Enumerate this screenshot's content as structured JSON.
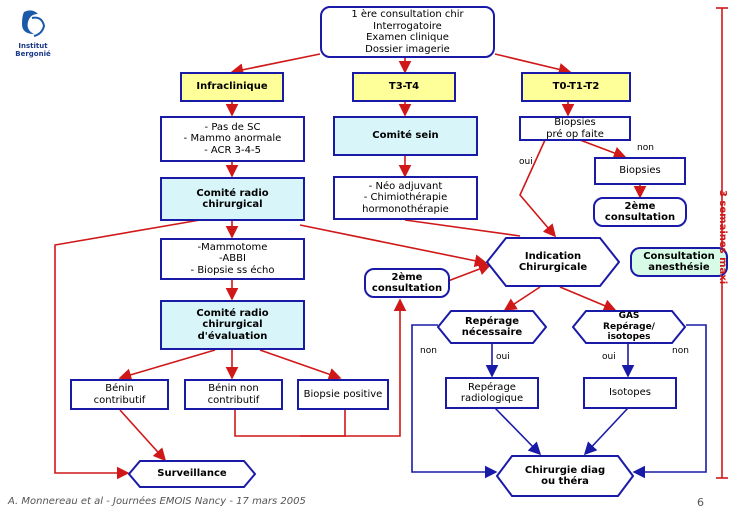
{
  "logo": {
    "line1": "Institut",
    "line2": "Bergonié"
  },
  "footer": {
    "credit": "A. Monnereau et al - Journées EMOIS Nancy - 17 mars 2005",
    "page": "6"
  },
  "side_label": "3 semaines maxi",
  "nodes": {
    "first_consult": "1 ère consultation chir\nInterrogatoire\nExamen clinique\nDossier imagerie",
    "infraclinique": "Infraclinique",
    "t3t4": "T3-T4",
    "t012": "T0-T1-T2",
    "pas_sc": "- Pas de SC\n- Mammo anormale\n- ACR 3-4-5",
    "comite_sein": "Comité sein",
    "biopsies_pre": "Biopsies\npré op faite",
    "biopsies": "Biopsies",
    "comite_radio": "Comité radio\nchirurgical",
    "neo": "- Néo adjuvant\n- Chimiothérapie\nhormonothérapie",
    "second_consult_right": "2ème\nconsultation",
    "mammotome": "-Mammotome\n-ABBI\n- Biopsie ss écho",
    "second_consult_mid": "2ème\nconsultation",
    "indication": "Indication\nChirurgicale",
    "anesthesie": "Consultation\nanesthésie",
    "comite_eval": "Comité radio\nchirurgical\nd'évaluation",
    "reperage_nec": "Repérage\nnécessaire",
    "gas": "GAS\nRepérage/\nisotopes",
    "reperage_radio": "Repérage\nradiologique",
    "isotopes": "Isotopes",
    "benin": "Bénin\ncontributif",
    "benin_non": "Bénin non\ncontributif",
    "biopsie_pos": "Biopsie positive",
    "surveillance": "Surveillance",
    "chirurgie": "Chirurgie diag\nou théra"
  },
  "edge_labels": {
    "oui_top": "oui",
    "non_top": "non",
    "non_left": "non",
    "oui_left": "oui",
    "oui_right": "oui",
    "non_right": "non"
  },
  "colors": {
    "arrow_red": "#d01818",
    "arrow_blue": "#1a1aa8",
    "box_border": "#1a1aa8",
    "yellow_fill": "#ffff99",
    "cyan_fill": "#d8f6fa",
    "mint_fill": "#d8fbe8"
  }
}
